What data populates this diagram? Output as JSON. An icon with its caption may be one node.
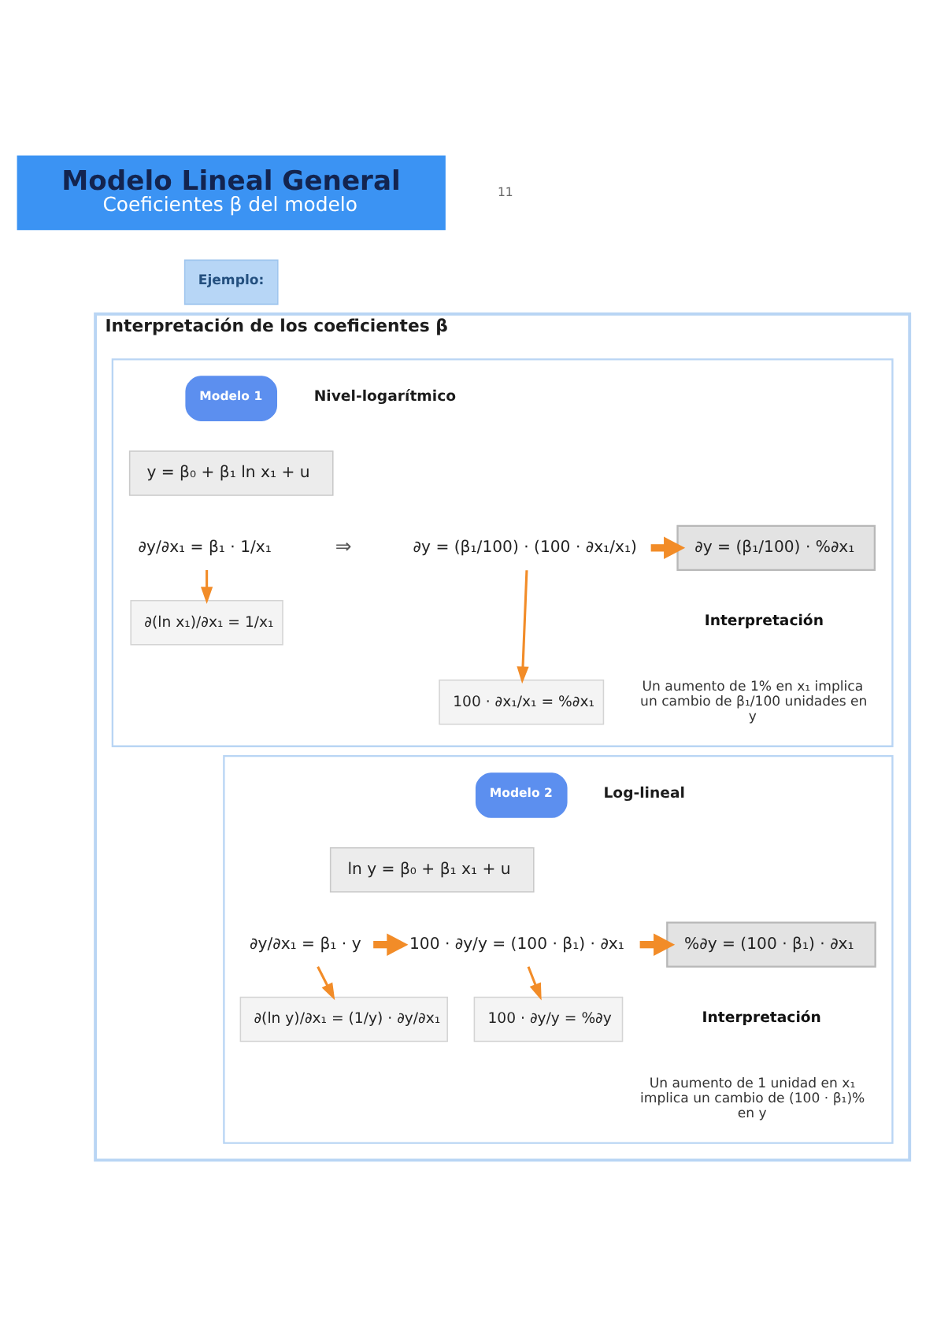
{
  "diagram": {
    "nodes": [
      {
        "text": [
          "Modelo Lineal General",
          "Coeficientes β del modelo"
        ]
      },
      {
        "text": [
          "Ejemplo:"
        ]
      },
      {
        "text": [
          "Interpretación de los coeficientes β"
        ]
      },
      {
        "text": [],
        "shape": "box",
        "in": 2
      },
      {
        "text": [
          "Modelo 1"
        ],
        "in": 3,
        "beside": [
          "Nivel-logarítmico"
        ]
      },
      {
        "text": [
          "y = β₀ + β₁ ln x₁ + u"
        ],
        "in": 3
      },
      {
        "text": [
          "∂y/∂x₁ = β₁ · 1/x₁"
        ],
        "in": 3
      },
      {
        "text": [
          "∂y = (β₁/100) · (100 · ∂x₁/x₁)"
        ],
        "in": 3
      },
      {
        "text": [
          "∂(ln x₁)/∂x₁ = 1/x₁"
        ],
        "in": 3
      },
      {
        "text": [
          "100 · ∂x₁/x₁ = %∂x₁"
        ],
        "in": 3
      },
      {
        "text": [
          "∂y = (β₁/100) · %∂x₁"
        ],
        "in": 3
      },
      {
        "text": [],
        "shape": "box",
        "in": 2
      },
      {
        "text": [
          "Modelo 2"
        ],
        "in": 11,
        "beside": [
          "Log-lineal"
        ]
      },
      {
        "text": [
          "ln y = β₀ + β₁ x₁ + u"
        ],
        "in": 11
      },
      {
        "text": [
          "∂y/∂x₁ = β₁ · y"
        ],
        "in": 11
      },
      {
        "text": [
          "100 · ∂y/y = (100 · β₁) · ∂x₁"
        ],
        "in": 11
      },
      {
        "text": [
          "∂(ln y)/∂x₁ = (1/y) · ∂y/∂x₁"
        ],
        "in": 11
      },
      {
        "text": [
          "100 · ∂y/y = %∂y"
        ],
        "in": 11
      },
      {
        "text": [
          "%∂y = (100 · β₁) · ∂x₁"
        ],
        "in": 11
      }
    ],
    "edges": [
      {
        "from": 6,
        "to": 8,
        "arrow": "to"
      },
      {
        "from": 7,
        "to": 9,
        "arrow": "to"
      },
      {
        "from": 7,
        "to": 10,
        "arrow": "to",
        "style": "thick"
      },
      {
        "from": 14,
        "to": 16,
        "arrow": "to"
      },
      {
        "from": 14,
        "to": 15,
        "arrow": "to",
        "style": "thick"
      },
      {
        "from": 15,
        "to": 17,
        "arrow": "to"
      },
      {
        "from": 15,
        "to": 18,
        "arrow": "to",
        "style": "thick"
      }
    ],
    "labels": [
      "11",
      "⇒",
      "Interpretación",
      "Un aumento de 1% en x₁ implica un cambio de β₁/100 unidades en y",
      "Interpretación",
      "Un aumento de 1 unidad en x₁ implica un cambio de (100 · β₁)% en y"
    ]
  }
}
